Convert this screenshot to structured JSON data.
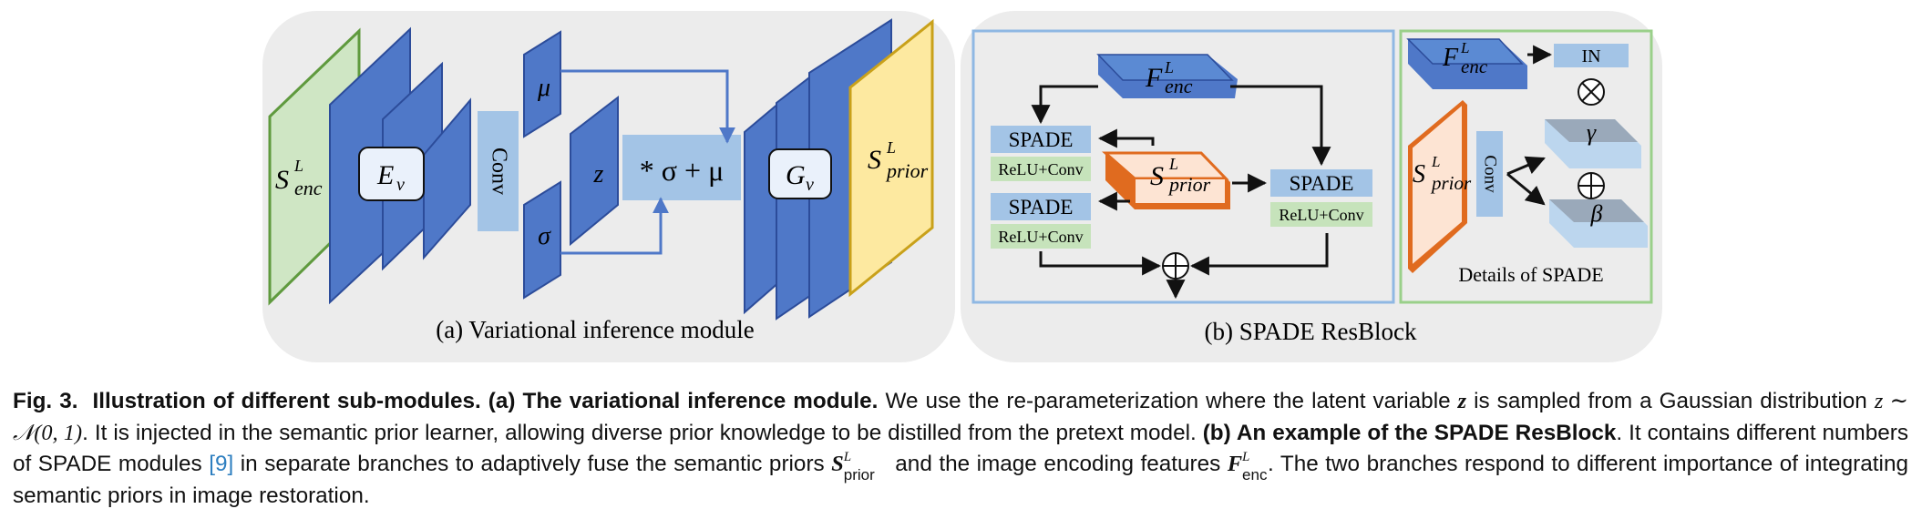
{
  "figure": {
    "panel_a": {
      "caption": "(a) Variational inference module",
      "s_enc": {
        "main": "S",
        "sup": "L",
        "sub": "enc"
      },
      "e_v": {
        "main": "E",
        "sub": "v"
      },
      "conv": "Conv",
      "mu": "μ",
      "sigma": "σ",
      "z": "z",
      "reparam": "* σ + μ",
      "g_v": {
        "main": "G",
        "sub": "v"
      },
      "s_prior": {
        "main": "S",
        "sup": "L",
        "sub": "prior"
      }
    },
    "panel_b": {
      "caption": "(b) SPADE ResBlock",
      "f_enc": {
        "main": "F",
        "sup": "L",
        "sub": "enc"
      },
      "spade_1": "SPADE",
      "relu_conv_1": "ReLU+Conv",
      "spade_2": "SPADE",
      "relu_conv_2": "ReLU+Conv",
      "s_prior": {
        "main": "S",
        "sup": "L",
        "sub": "prior"
      },
      "spade_3": "SPADE",
      "relu_conv_3": "ReLU+Conv",
      "plus": "⊕"
    },
    "panel_c": {
      "f_enc": {
        "main": "F",
        "sup": "L",
        "sub": "enc"
      },
      "in": "IN",
      "times": "⊗",
      "gamma": "γ",
      "plus": "⊕",
      "beta": "β",
      "s_prior": {
        "main": "S",
        "sup": "L",
        "sub": "prior"
      },
      "conv": "Conv",
      "details": "Details of SPADE"
    }
  },
  "caption": {
    "fig_label": "Fig. 3.",
    "title": "Illustration of different sub-modules.",
    "a_label": "(a) The variational inference module.",
    "t1": "We use the re-parameterization where the latent variable",
    "z": "z",
    "t2": "is sampled from a Gaussian distribution",
    "dist": "z ∼ 𝒩(0, 1)",
    "t3": ". It is injected in the semantic prior learner, allowing diverse prior knowledge to be distilled from the pretext model.",
    "b_label": "(b) An example of the SPADE ResBlock",
    "t4": ". It contains different numbers of SPADE modules",
    "ref": "[9]",
    "t5": "in separate branches to adaptively fuse the semantic priors",
    "s_main": "S",
    "s_sup": "L",
    "s_sub": "prior",
    "t6": "and the image encoding features",
    "f_main": "F",
    "f_sup": "L",
    "f_sub": "enc",
    "t7": ". The two branches respond to different importance of integrating semantic priors in image restoration."
  },
  "colors": {
    "panel_bg": "#ececec",
    "block_blue": "#4f78c8",
    "block_blue_dark": "#2c4c9a",
    "light_blue": "#a3c4e6",
    "green_plane": "#cfe6c4",
    "yellow_plane": "#fde9a0",
    "spade_box": "#a3c4e6",
    "relu_box": "#c6e3bb",
    "orange": "#e06b1f",
    "light_orange": "#fde4d3",
    "box_blue_border": "#8fb8e3",
    "box_green_border": "#9ad08a"
  }
}
